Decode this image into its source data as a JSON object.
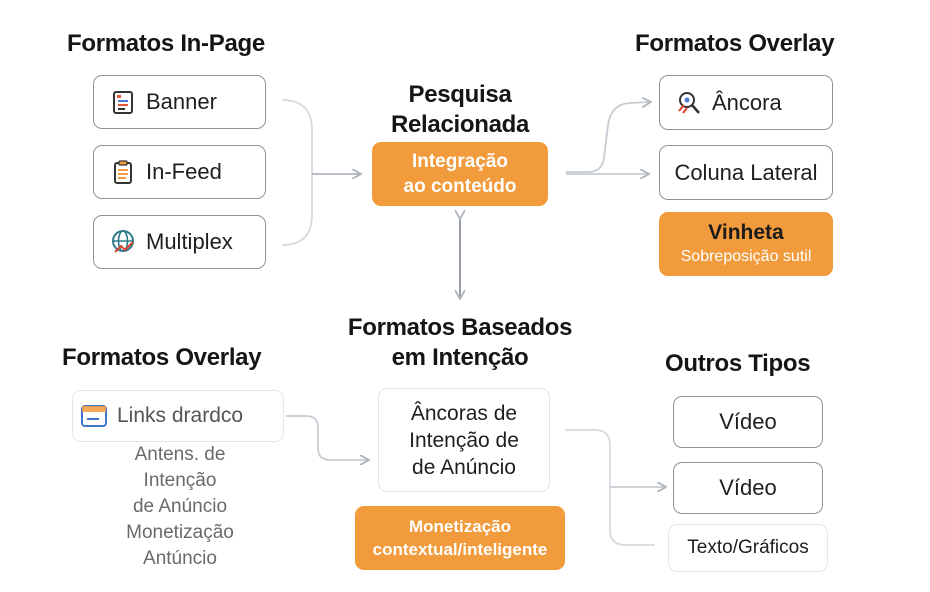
{
  "colors": {
    "accent": "#f29b3c",
    "line": "#c6ccd3",
    "border": "#8d939b"
  },
  "in_page": {
    "title": "Formatos In-Page",
    "items": [
      {
        "label": "Banner",
        "icon": "document-icon"
      },
      {
        "label": "In-Feed",
        "icon": "clipboard-icon"
      },
      {
        "label": "Multiplex",
        "icon": "globe-icon"
      }
    ]
  },
  "related_search": {
    "title_line1": "Pesquisa",
    "title_line2": "Relacionada",
    "badge_line1": "Integração",
    "badge_line2": "ao conteúdo"
  },
  "overlay_top": {
    "title": "Formatos Overlay",
    "items": [
      {
        "label": "Âncora",
        "icon": "magnifier-icon"
      },
      {
        "label": "Coluna Lateral"
      }
    ],
    "highlight_title": "Vinheta",
    "highlight_subtitle": "Sobreposição sutil"
  },
  "intent": {
    "title_line1": "Formatos Baseados",
    "title_line2": "em Intenção",
    "box_lines": [
      "Âncoras de",
      "Intenção de",
      "de Anúncio"
    ],
    "badge_line1": "Monetização",
    "badge_line2": "contextual/inteligente"
  },
  "overlay_bottom": {
    "title": "Formatos Overlay",
    "link_label": "Links drardco",
    "link_icon": "window-icon",
    "faded_lines": [
      "Antens. de",
      "Intenção",
      "de Anúncio",
      "Monetização",
      "Antúncio"
    ]
  },
  "others": {
    "title": "Outros Tipos",
    "items": [
      "Vídeo",
      "Vídeo",
      "Texto/Gráficos"
    ]
  }
}
